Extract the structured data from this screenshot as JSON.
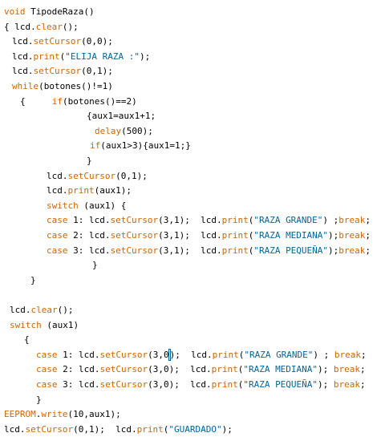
{
  "colors": {
    "background": "#ffffff",
    "text": "#000000",
    "keyword": "#cc6600",
    "string": "#006699",
    "caret_box": "#006699"
  },
  "code": {
    "lines": [
      {
        "indent": 5,
        "tokens": [
          {
            "k": "k",
            "v": "void"
          },
          {
            "k": "t",
            "v": " TipodeRaza()"
          }
        ]
      },
      {
        "indent": 5,
        "tokens": [
          {
            "k": "t",
            "v": "{ lcd."
          },
          {
            "k": "k",
            "v": "clear"
          },
          {
            "k": "t",
            "v": "();"
          }
        ]
      },
      {
        "indent": 15,
        "tokens": [
          {
            "k": "t",
            "v": "lcd."
          },
          {
            "k": "k",
            "v": "setCursor"
          },
          {
            "k": "t",
            "v": "(0,0);"
          }
        ]
      },
      {
        "indent": 15,
        "tokens": [
          {
            "k": "t",
            "v": "lcd."
          },
          {
            "k": "k",
            "v": "print"
          },
          {
            "k": "t",
            "v": "("
          },
          {
            "k": "s",
            "v": "\"ELIJA RAZA :\""
          },
          {
            "k": "t",
            "v": ");"
          }
        ]
      },
      {
        "indent": 15,
        "tokens": [
          {
            "k": "t",
            "v": "lcd."
          },
          {
            "k": "k",
            "v": "setCursor"
          },
          {
            "k": "t",
            "v": "(0,1);"
          }
        ]
      },
      {
        "indent": 15,
        "tokens": [
          {
            "k": "k",
            "v": "while"
          },
          {
            "k": "t",
            "v": "(botones()!=1)"
          }
        ]
      },
      {
        "indent": 25,
        "tokens": [
          {
            "k": "t",
            "v": "{     "
          },
          {
            "k": "k",
            "v": "if"
          },
          {
            "k": "t",
            "v": "(botones()==2)"
          }
        ]
      },
      {
        "indent": 108,
        "tokens": [
          {
            "k": "t",
            "v": "{aux1=aux1+1;"
          }
        ]
      },
      {
        "indent": 118,
        "tokens": [
          {
            "k": "k",
            "v": "delay"
          },
          {
            "k": "t",
            "v": "(500);"
          }
        ]
      },
      {
        "indent": 112,
        "tokens": [
          {
            "k": "k",
            "v": "if"
          },
          {
            "k": "t",
            "v": "(aux1>3){aux1=1;}"
          }
        ]
      },
      {
        "indent": 108,
        "tokens": [
          {
            "k": "t",
            "v": "}"
          }
        ]
      },
      {
        "indent": 58,
        "tokens": [
          {
            "k": "t",
            "v": "lcd."
          },
          {
            "k": "k",
            "v": "setCursor"
          },
          {
            "k": "t",
            "v": "(0,1);"
          }
        ]
      },
      {
        "indent": 58,
        "tokens": [
          {
            "k": "t",
            "v": "lcd."
          },
          {
            "k": "k",
            "v": "print"
          },
          {
            "k": "t",
            "v": "(aux1);"
          }
        ]
      },
      {
        "indent": 58,
        "tokens": [
          {
            "k": "k",
            "v": "switch"
          },
          {
            "k": "t",
            "v": " (aux1) {"
          }
        ]
      },
      {
        "indent": 58,
        "tokens": [
          {
            "k": "k",
            "v": "case"
          },
          {
            "k": "t",
            "v": " 1: lcd."
          },
          {
            "k": "k",
            "v": "setCursor"
          },
          {
            "k": "t",
            "v": "(3,1);  lcd."
          },
          {
            "k": "k",
            "v": "print"
          },
          {
            "k": "t",
            "v": "("
          },
          {
            "k": "s",
            "v": "\"RAZA GRANDE\""
          },
          {
            "k": "t",
            "v": ") ;"
          },
          {
            "k": "k",
            "v": "break"
          },
          {
            "k": "t",
            "v": ";"
          }
        ]
      },
      {
        "indent": 58,
        "tokens": [
          {
            "k": "k",
            "v": "case"
          },
          {
            "k": "t",
            "v": " 2: lcd."
          },
          {
            "k": "k",
            "v": "setCursor"
          },
          {
            "k": "t",
            "v": "(3,1);  lcd."
          },
          {
            "k": "k",
            "v": "print"
          },
          {
            "k": "t",
            "v": "("
          },
          {
            "k": "s",
            "v": "\"RAZA MEDIANA\""
          },
          {
            "k": "t",
            "v": ");"
          },
          {
            "k": "k",
            "v": "break"
          },
          {
            "k": "t",
            "v": ";"
          }
        ]
      },
      {
        "indent": 58,
        "tokens": [
          {
            "k": "k",
            "v": "case"
          },
          {
            "k": "t",
            "v": " 3: lcd."
          },
          {
            "k": "k",
            "v": "setCursor"
          },
          {
            "k": "t",
            "v": "(3,1);  lcd."
          },
          {
            "k": "k",
            "v": "print"
          },
          {
            "k": "t",
            "v": "("
          },
          {
            "k": "s",
            "v": "\"RAZA PEQUEÑA\""
          },
          {
            "k": "t",
            "v": ");"
          },
          {
            "k": "k",
            "v": "break"
          },
          {
            "k": "t",
            "v": ";"
          }
        ]
      },
      {
        "indent": 115,
        "tokens": [
          {
            "k": "t",
            "v": "}"
          }
        ]
      },
      {
        "indent": 38,
        "tokens": [
          {
            "k": "t",
            "v": "}"
          }
        ]
      },
      {
        "indent": 0,
        "tokens": []
      },
      {
        "indent": 12,
        "tokens": [
          {
            "k": "t",
            "v": "lcd."
          },
          {
            "k": "k",
            "v": "clear"
          },
          {
            "k": "t",
            "v": "();"
          }
        ]
      },
      {
        "indent": 12,
        "tokens": [
          {
            "k": "k",
            "v": "switch"
          },
          {
            "k": "t",
            "v": " (aux1)"
          }
        ]
      },
      {
        "indent": 30,
        "tokens": [
          {
            "k": "t",
            "v": "{"
          }
        ]
      },
      {
        "indent": 45,
        "tokens": [
          {
            "k": "k",
            "v": "case"
          },
          {
            "k": "t",
            "v": " 1: lcd."
          },
          {
            "k": "k",
            "v": "setCursor"
          },
          {
            "k": "t",
            "v": "(3,0"
          },
          {
            "k": "caret",
            "v": ""
          },
          {
            "k": "t",
            "v": ");  lcd."
          },
          {
            "k": "k",
            "v": "print"
          },
          {
            "k": "t",
            "v": "("
          },
          {
            "k": "s",
            "v": "\"RAZA GRANDE\""
          },
          {
            "k": "t",
            "v": ") ; "
          },
          {
            "k": "k",
            "v": "break"
          },
          {
            "k": "t",
            "v": ";"
          }
        ]
      },
      {
        "indent": 45,
        "tokens": [
          {
            "k": "k",
            "v": "case"
          },
          {
            "k": "t",
            "v": " 2: lcd."
          },
          {
            "k": "k",
            "v": "setCursor"
          },
          {
            "k": "t",
            "v": "(3,0);  lcd."
          },
          {
            "k": "k",
            "v": "print"
          },
          {
            "k": "t",
            "v": "("
          },
          {
            "k": "s",
            "v": "\"RAZA MEDIANA\""
          },
          {
            "k": "t",
            "v": "); "
          },
          {
            "k": "k",
            "v": "break"
          },
          {
            "k": "t",
            "v": ";"
          }
        ]
      },
      {
        "indent": 45,
        "tokens": [
          {
            "k": "k",
            "v": "case"
          },
          {
            "k": "t",
            "v": " 3: lcd."
          },
          {
            "k": "k",
            "v": "setCursor"
          },
          {
            "k": "t",
            "v": "(3,0);  lcd."
          },
          {
            "k": "k",
            "v": "print"
          },
          {
            "k": "t",
            "v": "("
          },
          {
            "k": "s",
            "v": "\"RAZA PEQUEÑA\""
          },
          {
            "k": "t",
            "v": "); "
          },
          {
            "k": "k",
            "v": "break"
          },
          {
            "k": "t",
            "v": ";"
          }
        ]
      },
      {
        "indent": 45,
        "tokens": [
          {
            "k": "t",
            "v": "}"
          }
        ]
      },
      {
        "indent": 5,
        "tokens": [
          {
            "k": "k",
            "v": "EEPROM"
          },
          {
            "k": "t",
            "v": "."
          },
          {
            "k": "k",
            "v": "write"
          },
          {
            "k": "t",
            "v": "(10,aux1);"
          }
        ]
      },
      {
        "indent": 5,
        "tokens": [
          {
            "k": "t",
            "v": "lcd."
          },
          {
            "k": "k",
            "v": "setCursor"
          },
          {
            "k": "t",
            "v": "(0,1);  lcd."
          },
          {
            "k": "k",
            "v": "print"
          },
          {
            "k": "t",
            "v": "("
          },
          {
            "k": "s",
            "v": "\"GUARDADO\""
          },
          {
            "k": "t",
            "v": ");"
          }
        ]
      }
    ]
  }
}
